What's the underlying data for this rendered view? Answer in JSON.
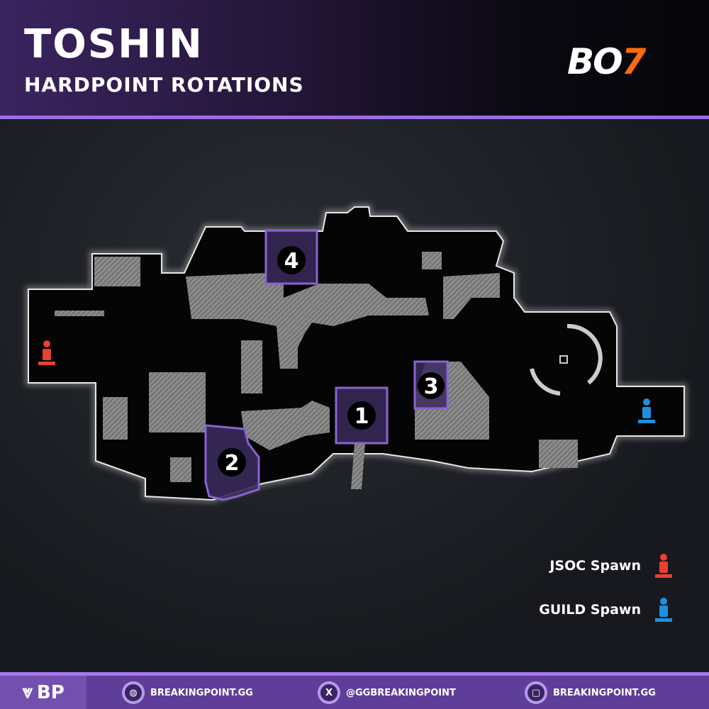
{
  "header": {
    "title": "TOSHIN",
    "subtitle": "HARDPOINT ROTATIONS",
    "logo_main": "BO",
    "logo_accent": "7"
  },
  "map": {
    "hardpoints": [
      {
        "label": "1"
      },
      {
        "label": "2"
      },
      {
        "label": "3"
      },
      {
        "label": "4"
      }
    ],
    "colors": {
      "hardpoint": "#8a63d2",
      "jsoc": "#e8412c",
      "guild": "#1e8fe0"
    }
  },
  "legend": {
    "jsoc": "JSOC Spawn",
    "guild": "GUILD Spawn"
  },
  "footer": {
    "brand": "BP",
    "website": "BREAKINGPOINT.GG",
    "twitter": "@GGBREAKINGPOINT",
    "instagram": "BREAKINGPOINT.GG",
    "x_glyph": "X"
  }
}
